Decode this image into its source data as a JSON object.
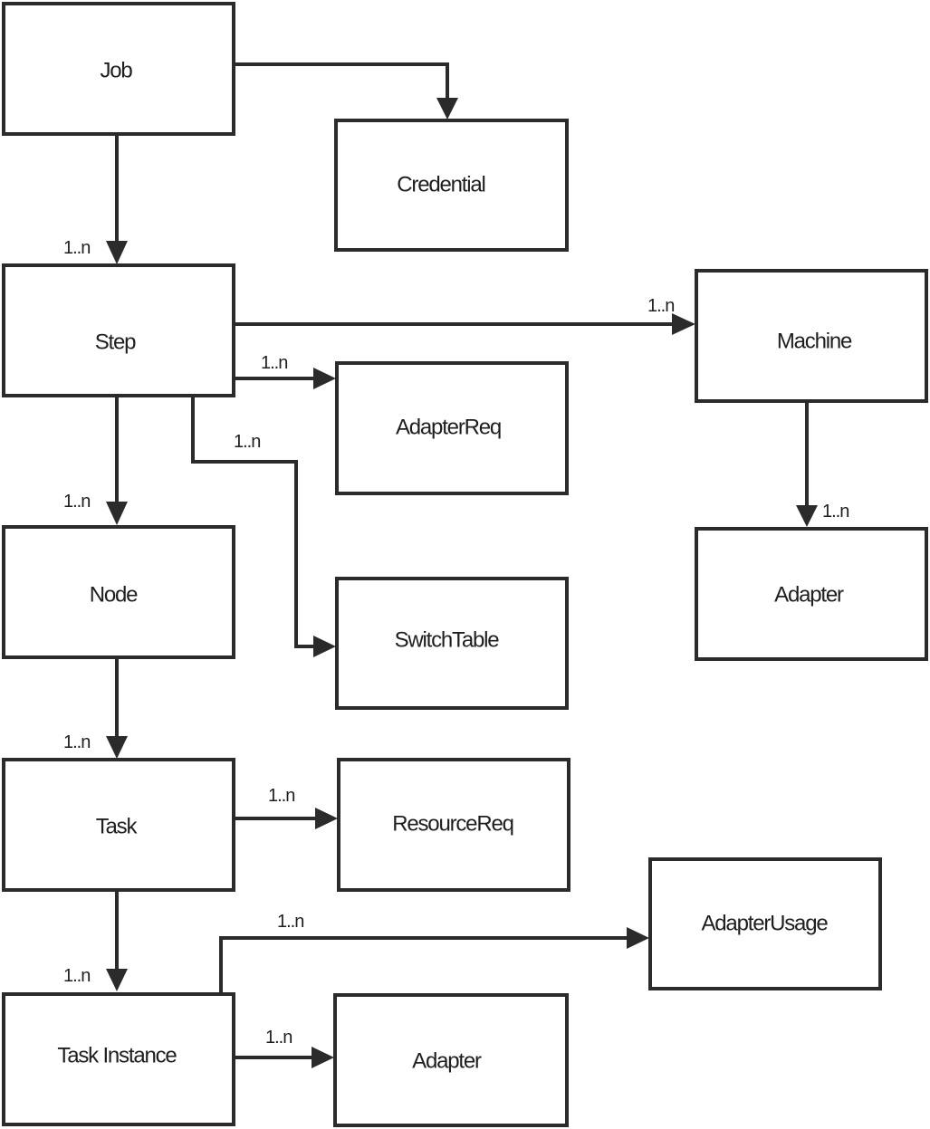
{
  "entities": {
    "job": "Job",
    "credential": "Credential",
    "step": "Step",
    "machine": "Machine",
    "adapter_req": "AdapterReq",
    "adapter_machine": "Adapter",
    "node": "Node",
    "switch_table": "SwitchTable",
    "task": "Task",
    "resource_req": "ResourceReq",
    "adapter_usage": "AdapterUsage",
    "task_instance": "Task Instance",
    "adapter_instance": "Adapter"
  },
  "relations": {
    "job_step": "1..n",
    "step_machine": "1..n",
    "step_adapter_req": "1..n",
    "step_switch_table": "1..n",
    "step_node": "1..n",
    "machine_adapter": "1..n",
    "node_task": "1..n",
    "task_resource_req": "1..n",
    "instance_adapter_usage": "1..n",
    "task_task_instance": "1..n",
    "instance_adapter": "1..n"
  }
}
